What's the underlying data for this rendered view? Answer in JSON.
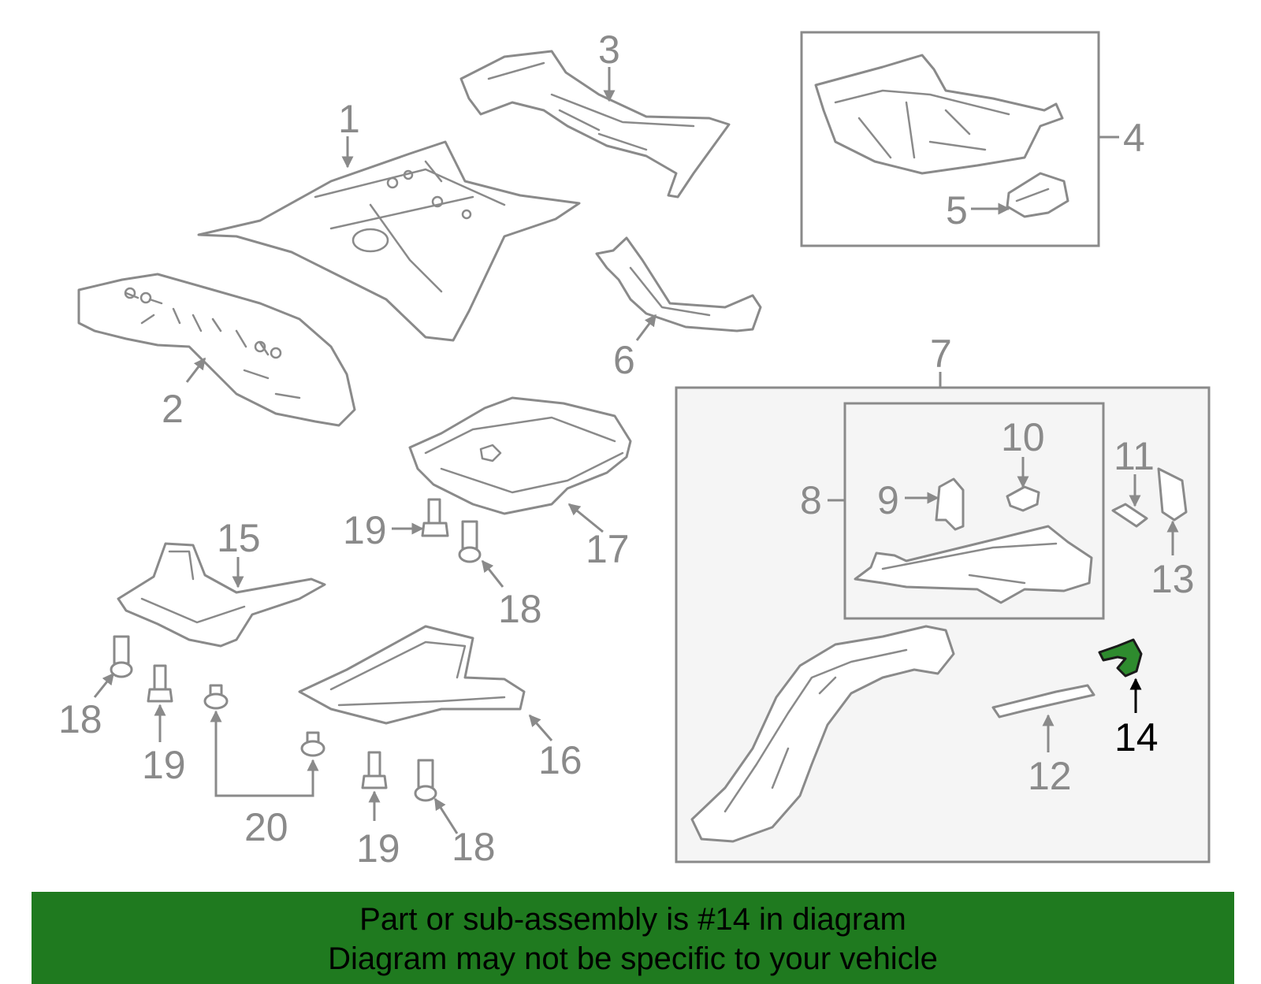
{
  "diagram": {
    "callouts": {
      "c1": "1",
      "c2": "2",
      "c3": "3",
      "c4": "4",
      "c5": "5",
      "c6": "6",
      "c7": "7",
      "c8": "8",
      "c9": "9",
      "c10": "10",
      "c11": "11",
      "c12": "12",
      "c13": "13",
      "c14": "14",
      "c15": "15",
      "c16": "16",
      "c17": "17",
      "c18a": "18",
      "c18b": "18",
      "c18c": "18",
      "c19a": "19",
      "c19b": "19",
      "c19c": "19",
      "c20": "20"
    },
    "highlighted_part": "14",
    "highlight_color": "#2e8b2e"
  },
  "banner": {
    "line1": "Part or sub-assembly is #14 in diagram",
    "line2": "Diagram may not be specific to your vehicle",
    "background": "#1f7a1f"
  }
}
